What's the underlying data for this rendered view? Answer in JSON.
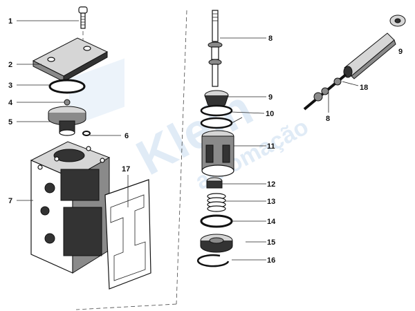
{
  "watermark": {
    "brand": "Klein",
    "sub": "automação",
    "color": "#a9c7e6"
  },
  "callouts": {
    "c1": "1",
    "c2": "2",
    "c3": "3",
    "c4": "4",
    "c5": "5",
    "c6": "6",
    "c7": "7",
    "c8a": "8",
    "c8b": "8",
    "c9a": "9",
    "c9b": "9",
    "c10": "10",
    "c11": "11",
    "c12": "12",
    "c13": "13",
    "c14": "14",
    "c15": "15",
    "c16": "16",
    "c17": "17",
    "c18": "18"
  },
  "colors": {
    "ink": "#111111",
    "paper": "#ffffff"
  }
}
